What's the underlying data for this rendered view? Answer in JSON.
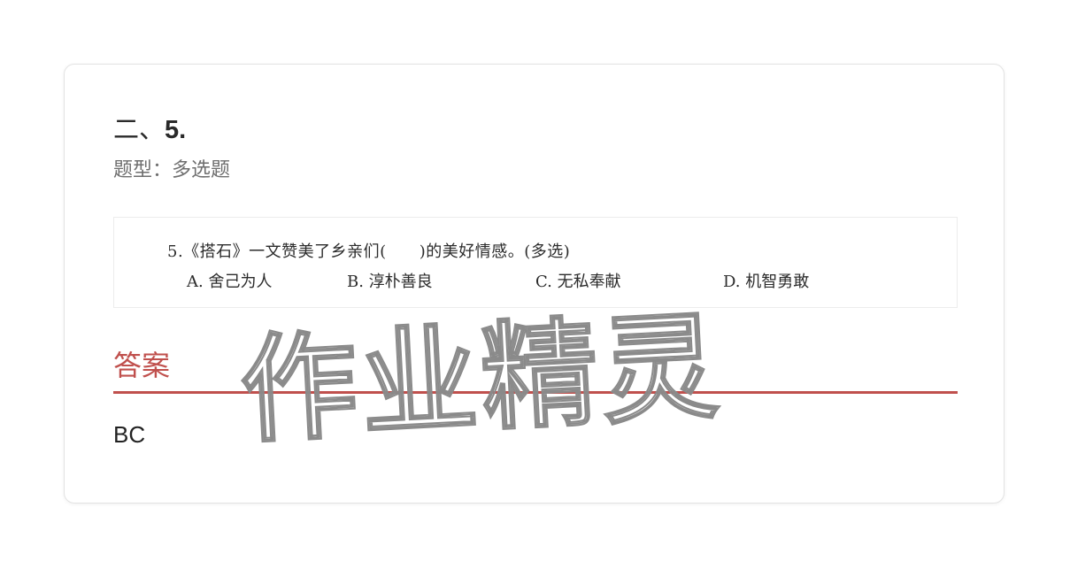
{
  "question": {
    "section": "二、",
    "number": "5.",
    "type_label": "题型：",
    "type_value": "多选题"
  },
  "question_image": {
    "stem": "5.《搭石》一文赞美了乡亲们(　　)的美好情感。(多选)",
    "options": [
      {
        "key": "A",
        "label": "A. 舍己为人"
      },
      {
        "key": "B",
        "label": "B. 淳朴善良"
      },
      {
        "key": "C",
        "label": "C. 无私奉献"
      },
      {
        "key": "D",
        "label": "D. 机智勇敢"
      }
    ]
  },
  "answer": {
    "heading": "答案",
    "value": "BC",
    "accent_color": "#c0504d"
  },
  "watermark": {
    "text": "作业精灵"
  }
}
